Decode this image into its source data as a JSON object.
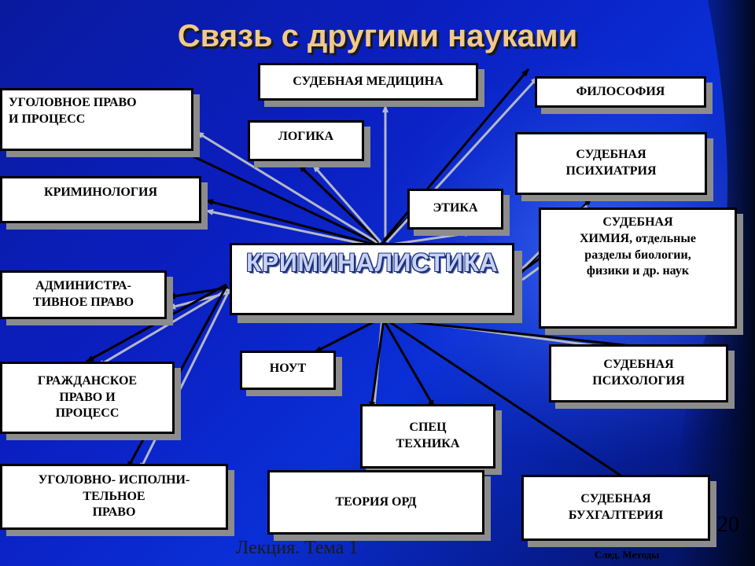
{
  "title": "Связь  с другими науками",
  "center": "КРИМИНАЛИСТИКА",
  "nodes": {
    "sud_med": "СУДЕБНАЯ МЕДИЦИНА",
    "filosofiya": "ФИЛОСОФИЯ",
    "ugol_pravo": "УГОЛОВНОЕ ПРАВО\nИ ПРОЦЕСС",
    "logika": "ЛОГИКА",
    "sud_psikhiatriya": "СУДЕБНАЯ\nПСИХИАТРИЯ",
    "kriminologiya": "КРИМИНОЛОГИЯ",
    "etika": "ЭТИКА",
    "sud_khimiya": "СУДЕБНАЯ\nХИМИЯ, отдельные\nразделы биологии,\nфизики и др. наук",
    "admin_pravo": "АДМИНИСТРА-\nТИВНОЕ ПРАВО",
    "nout": "НОУТ",
    "sud_psikhologiya": "СУДЕБНАЯ\nПСИХОЛОГИЯ",
    "grazhd_pravo": "ГРАЖДАНСКОЕ\nПРАВО И\nПРОЦЕСС",
    "spets_tekhnika": "СПЕЦ\nТЕХНИКА",
    "ugol_isp_pravo": "УГОЛОВНО- ИСПОЛНИ-\nТЕЛЬНОЕ\nПРАВО",
    "teoriya_ord": "ТЕОРИЯ  ОРД",
    "sud_bukhgalteriya": "СУДЕБНАЯ\nБУХГАЛТЕРИЯ"
  },
  "footer": {
    "lecture": "Лекция. Тема 1",
    "page_number": "20",
    "next_link": "След. Методы"
  },
  "colors": {
    "background": "#0b1fc0",
    "title": "#f2c98a",
    "box_fill": "#ffffff",
    "box_shadow": "#8c8c8c",
    "link_black": "#000000",
    "link_gray": "#b4b8c8"
  }
}
